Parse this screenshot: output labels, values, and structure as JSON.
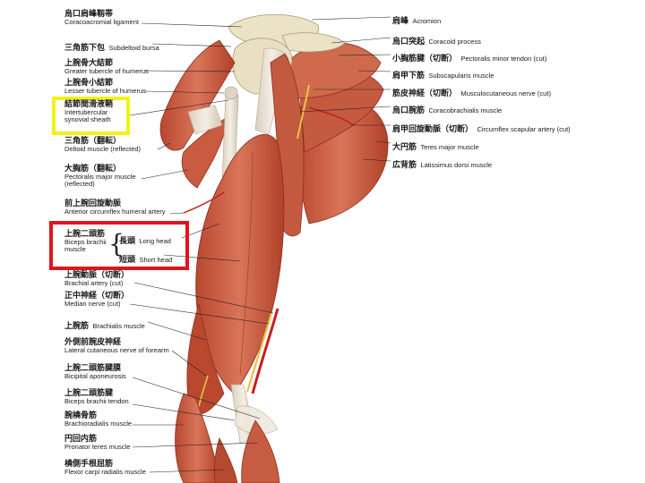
{
  "colors": {
    "muscle": "#c9573f",
    "muscle_dark": "#a33b28",
    "tendon": "#e6ddd0",
    "bone": "#ede4c8",
    "nerve": "#e8c24a",
    "artery": "#c22020",
    "highlight_yellow": "#f2f21a",
    "highlight_red": "#e0141e"
  },
  "labels_left": [
    {
      "jp": "烏口肩峰靱帯",
      "en": "Coracoacromial ligament"
    },
    {
      "jp": "三角筋下包",
      "en": "Subdeltoid bursa"
    },
    {
      "jp": "上腕骨大結節",
      "en": "Greater tubercle of humerus"
    },
    {
      "jp": "上腕骨小結節",
      "en": "Lesser tubercle of humerus"
    },
    {
      "jp": "結節間滑液鞘",
      "en": "Intertubercular synovial sheath"
    },
    {
      "jp": "三角筋（翻転）",
      "en": "Deltoid muscle (reflected)"
    },
    {
      "jp": "大胸筋（翻転）",
      "en": "Pectoralis major muscle (reflected)"
    },
    {
      "jp": "前上腕回旋動脈",
      "en": "Anterior circumflex humeral artery"
    },
    {
      "jp": "上腕二頭筋",
      "en": "Biceps brachii muscle"
    },
    {
      "jp": "上腕動脈（切断）",
      "en": "Brachial artery (cut)"
    },
    {
      "jp": "正中神経（切断）",
      "en": "Median nerve (cut)"
    },
    {
      "jp": "上腕筋",
      "en": "Brachialis muscle"
    },
    {
      "jp": "外側前腕皮神経",
      "en": "Lateral cutaneous nerve of forearm"
    },
    {
      "jp": "上腕二頭筋腱膜",
      "en": "Bicipital aponeurosis"
    },
    {
      "jp": "上腕二頭筋腱",
      "en": "Biceps brachii tendon"
    },
    {
      "jp": "腕橈骨筋",
      "en": "Brachioradialis muscle"
    },
    {
      "jp": "円回内筋",
      "en": "Pronator teres muscle"
    },
    {
      "jp": "橈側手根屈筋",
      "en": "Flexor carpi radialis muscle"
    }
  ],
  "biceps_heads": [
    {
      "jp": "長頭",
      "en": "Long head"
    },
    {
      "jp": "短頭",
      "en": "Short head"
    }
  ],
  "labels_right": [
    {
      "jp": "肩峰",
      "en": "Acromion"
    },
    {
      "jp": "烏口突起",
      "en": "Coracoid process"
    },
    {
      "jp": "小胸筋腱（切断）",
      "en": "Pectoralis minor tendon (cut)"
    },
    {
      "jp": "肩甲下筋",
      "en": "Subscapularis muscle"
    },
    {
      "jp": "筋皮神経（切断）",
      "en": "Musculocutaneous nerve (cut)"
    },
    {
      "jp": "烏口腕筋",
      "en": "Coracobrachialis muscle"
    },
    {
      "jp": "肩甲回旋動脈（切断）",
      "en": "Circumflex scapular artery (cut)"
    },
    {
      "jp": "大円筋",
      "en": "Teres major muscle"
    },
    {
      "jp": "広背筋",
      "en": "Latissimus dorsi muscle"
    }
  ]
}
